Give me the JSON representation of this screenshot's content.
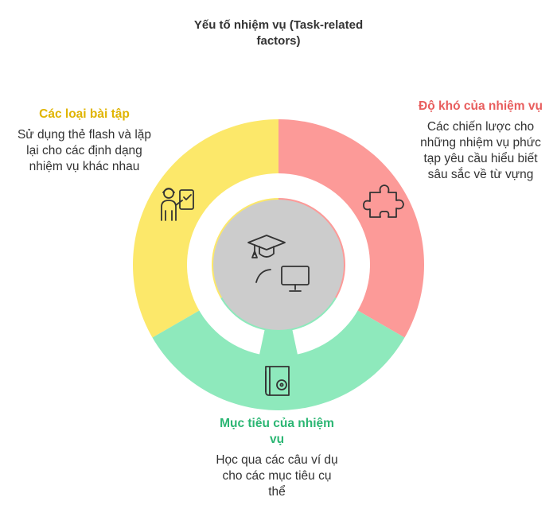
{
  "title": "Yếu tố nhiệm vụ (Task-related factors)",
  "segments": [
    {
      "id": "types",
      "heading": "Các loại bài tập",
      "description": "Sử dụng thẻ flash và lặp lại cho các định dạng nhiệm vụ khác nhau",
      "color": "#fce86a",
      "heading_color": "#e0b400",
      "icon": "student-with-board-icon"
    },
    {
      "id": "difficulty",
      "heading": "Độ khó của nhiệm vụ",
      "description": "Các chiến lược cho những nhiệm vụ phức tạp yêu cầu hiểu biết sâu sắc về từ vựng",
      "color": "#fc9a98",
      "heading_color": "#e85d5d",
      "icon": "puzzle-piece-icon"
    },
    {
      "id": "goals",
      "heading": "Mục tiêu của nhiệm vụ",
      "description": "Học qua các câu ví dụ cho các mục tiêu cụ thể",
      "color": "#8ee9bc",
      "heading_color": "#2bb673",
      "icon": "book-with-disc-icon"
    }
  ],
  "center": {
    "color": "#cccccc",
    "icons": [
      "graduation-cap-icon",
      "computer-monitor-icon"
    ]
  }
}
